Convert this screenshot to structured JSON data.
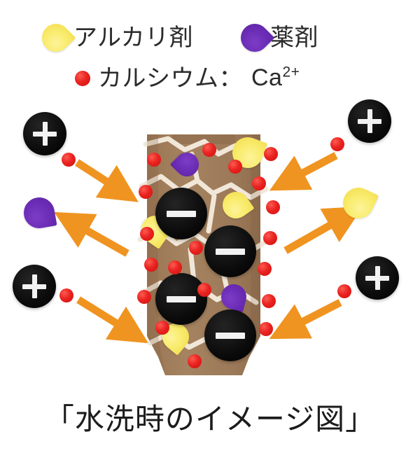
{
  "figure": {
    "caption": "「水洗時のイメージ図」",
    "legend": {
      "items": [
        {
          "icon": "yellow-droplet-icon",
          "label": "アルカリ剤",
          "color": "#f9ec6e"
        },
        {
          "icon": "purple-droplet-icon",
          "label": "薬剤",
          "color": "#6a2cb4"
        },
        {
          "icon": "red-dot-icon",
          "label": "カルシウム：",
          "formula": "Ca",
          "charge": "2+",
          "color": "#ea2320"
        }
      ]
    },
    "charges": {
      "positive_symbol": "+",
      "negative_symbol": "−",
      "positive_count": 4,
      "negative_count": 4,
      "positive_label": "plus-charge",
      "negative_label": "minus-charge"
    },
    "structure": {
      "name": "hair-cuticle-cross-section",
      "fill_color": "#a07f5f",
      "crack_color": "#f1e7d9",
      "shadow_color": "#8a6a4c"
    },
    "arrow": {
      "color": "#ef9420",
      "inward_label": "ion-inflow-arrow",
      "outward_label": "agent-outflow-arrow"
    }
  }
}
